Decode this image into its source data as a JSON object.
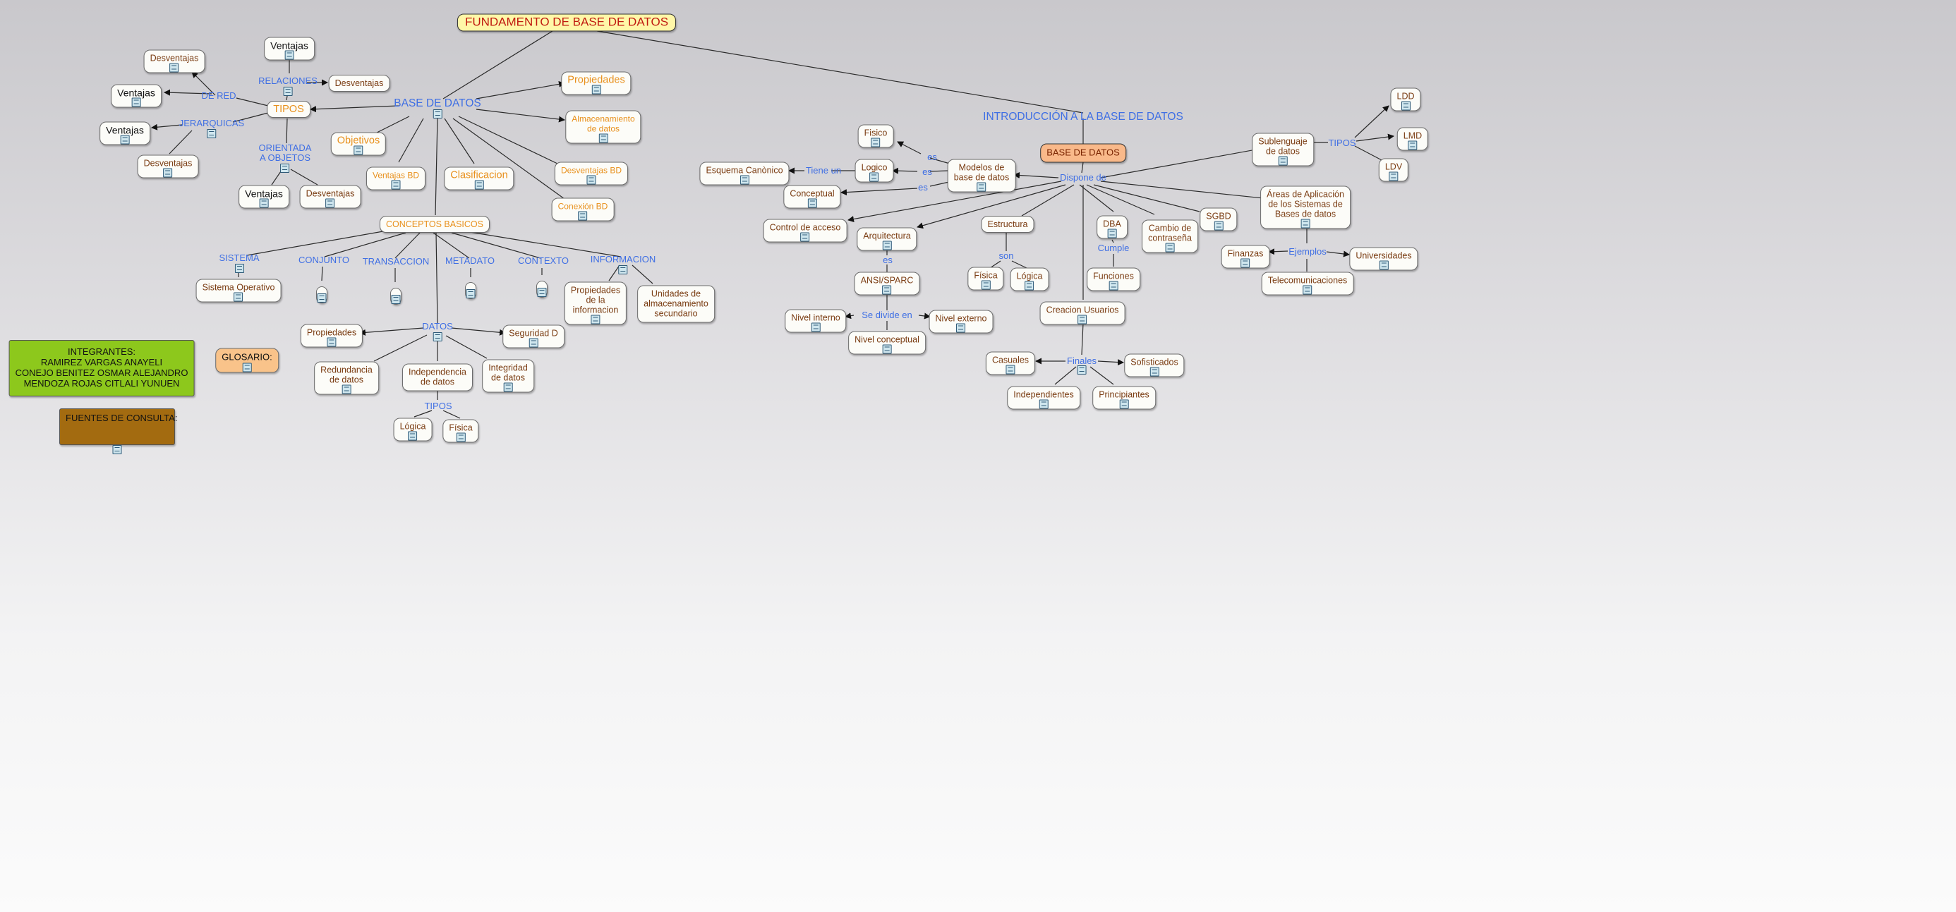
{
  "colors": {
    "background": "#e6e5e8",
    "link_text": "#3f6fe4",
    "node_text": "#7a3c12",
    "orange_text": "#e8901c",
    "title_bg": "#fff7a8",
    "title_text": "#c01a10",
    "bd_bg": "#f9b98a",
    "green_bg": "#8dc81c",
    "brown_bg": "#a36b10"
  },
  "icons": {
    "resource": "document-icon"
  },
  "nodes": {
    "fundamento": "FUNDAMENTO DE BASE DE DATOS",
    "base_datos": "BASE DE DATOS",
    "tipos": "TIPOS",
    "relaciones": "RELACIONES",
    "de_red": "DE RED",
    "jerarquicas": "JERARQUICAS",
    "orientada": "ORIENTADA\nA OBJETOS",
    "ventajas_rel": "Ventajas",
    "desventajas_rel": "Desventajas",
    "desventajas_red": "Desventajas",
    "ventajas_red": "Ventajas",
    "ventajas_jer": "Ventajas",
    "desventajas_jer": "Desventajas",
    "ventajas_obj": "Ventajas",
    "desventajas_obj": "Desventajas",
    "propiedades_bd": "Propiedades",
    "almacenamiento": "Almacenamiento\nde datos",
    "desventajas_bd": "Desventajas BD",
    "conexion_bd": "Conexión BD",
    "objetivos": "Objetivos",
    "ventajas_bd": "Ventajas BD",
    "clasificacion": "Clasificacion",
    "conceptos": "CONCEPTOS BASICOS",
    "sistema": "SISTEMA",
    "conjunto": "CONJUNTO",
    "transaccion": "TRANSACCION",
    "metadato": "METADATO",
    "contexto": "CONTEXTO",
    "informacion": "INFORMACION",
    "sistema_operativo": "Sistema Operativo",
    "prop_info": "Propiedades\nde la\ninformacion",
    "unidades": "Unidades de\nalmacenamiento\nsecundario",
    "datos": "DATOS",
    "propiedades_datos": "Propiedades",
    "seguridad": "Seguridad D",
    "redundancia": "Redundancia\nde datos",
    "independencia": "Independencia\nde datos",
    "integridad": "Integridad\nde datos",
    "tipos_datos": "TIPOS",
    "logica_datos": "Lógica",
    "fisica_datos": "Física",
    "integrantes": "INTEGRANTES:\nRAMIREZ VARGAS ANAYELI\nCONEJO BENITEZ OSMAR ALEJANDRO\nMENDOZA ROJAS CITLALI YUNUEN",
    "glosario": "GLOSARIO:",
    "fuentes": "FUENTES DE CONSULTA:",
    "introduccion": "INTRODUCCIÓN A LA BASE DE DATOS",
    "bd_intro": "BASE DE DATOS",
    "dispone_de": "Dispone de",
    "modelos": "Modelos de\nbase de datos",
    "fisico": "Fisico",
    "logico": "Logico",
    "conceptual": "Conceptual",
    "es1": "es",
    "es2": "es",
    "es3": "es",
    "tiene_un": "Tiene un",
    "esquema": "Esquema Canònico",
    "control": "Control de acceso",
    "arquitectura": "Arquitectura",
    "es_arq": "es",
    "ansi": "ANSI/SPARC",
    "se_divide": "Se divide en",
    "nivel_interno": "Nivel interno",
    "nivel_externo": "Nivel externo",
    "nivel_conceptual": "Nivel conceptual",
    "estructura": "Estructura",
    "son": "son",
    "fisica_est": "Física",
    "logica_est": "Lógica",
    "dba": "DBA",
    "cumple": "Cumple",
    "funciones": "Funciones",
    "cambio": "Cambio de\ncontraseña",
    "sgbd": "SGBD",
    "creacion": "Creacion Usuarios",
    "finales": "Finales",
    "casuales": "Casuales",
    "sofisticados": "Sofisticados",
    "independientes": "Independientes",
    "principiantes": "Principiantes",
    "sublenguaje": "Sublenguaje\nde datos",
    "tipos_sub": "TIPOS",
    "ldd": "LDD",
    "lmd": "LMD",
    "ldv": "LDV",
    "areas": "Áreas de Aplicación\nde los Sistemas de\nBases de datos",
    "ejemplos": "Ejemplos",
    "finanzas": "Finanzas",
    "universidades": "Universidades",
    "telecom": "Telecomunicaciones"
  }
}
